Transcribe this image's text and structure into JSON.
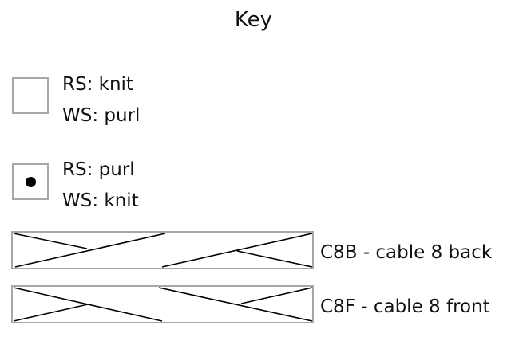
{
  "key": {
    "title": "Key",
    "entries": [
      {
        "symbol": "empty-square",
        "rs": "RS: knit",
        "ws": "WS: purl"
      },
      {
        "symbol": "dot-square",
        "rs": "RS: purl",
        "ws": "WS: knit"
      }
    ],
    "cables": [
      {
        "symbol": "cable-back",
        "label": "C8B - cable 8 back"
      },
      {
        "symbol": "cable-front",
        "label": "C8F - cable 8 front"
      }
    ]
  }
}
